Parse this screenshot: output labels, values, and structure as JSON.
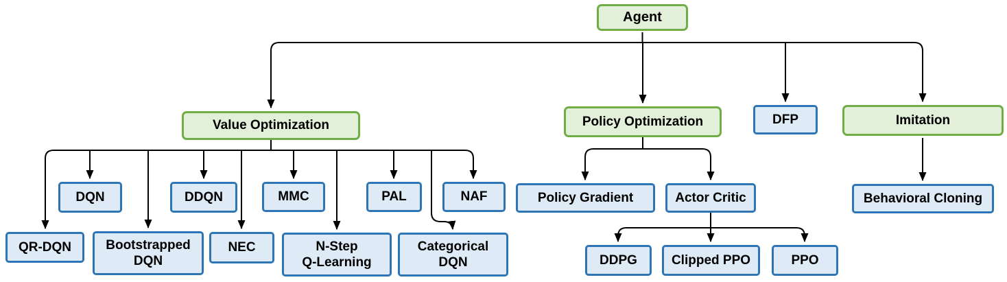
{
  "colors": {
    "green_fill": "#e2efd9",
    "green_border": "#70ad47",
    "blue_fill": "#deebf7",
    "blue_border": "#2e75b6",
    "line": "#000000",
    "text": "#000000"
  },
  "nodes": {
    "agent": "Agent",
    "value_optimization": "Value Optimization",
    "policy_optimization": "Policy Optimization",
    "dfp": "DFP",
    "imitation": "Imitation",
    "dqn": "DQN",
    "ddqn": "DDQN",
    "mmc": "MMC",
    "pal": "PAL",
    "naf": "NAF",
    "qr_dqn": "QR-DQN",
    "bootstrapped_dqn": "Bootstrapped\nDQN",
    "nec": "NEC",
    "n_step_q_learning": "N-Step\nQ-Learning",
    "categorical_dqn": "Categorical\nDQN",
    "policy_gradient": "Policy Gradient",
    "actor_critic": "Actor Critic",
    "ddpg": "DDPG",
    "clipped_ppo": "Clipped PPO",
    "ppo": "PPO",
    "behavioral_cloning": "Behavioral Cloning"
  },
  "edges": [
    {
      "from": "agent",
      "to": "value_optimization"
    },
    {
      "from": "agent",
      "to": "policy_optimization"
    },
    {
      "from": "agent",
      "to": "dfp"
    },
    {
      "from": "agent",
      "to": "imitation"
    },
    {
      "from": "value_optimization",
      "to": "dqn"
    },
    {
      "from": "value_optimization",
      "to": "ddqn"
    },
    {
      "from": "value_optimization",
      "to": "mmc"
    },
    {
      "from": "value_optimization",
      "to": "pal"
    },
    {
      "from": "value_optimization",
      "to": "naf"
    },
    {
      "from": "value_optimization",
      "to": "qr_dqn"
    },
    {
      "from": "value_optimization",
      "to": "bootstrapped_dqn"
    },
    {
      "from": "value_optimization",
      "to": "nec"
    },
    {
      "from": "value_optimization",
      "to": "n_step_q_learning"
    },
    {
      "from": "value_optimization",
      "to": "categorical_dqn"
    },
    {
      "from": "policy_optimization",
      "to": "policy_gradient"
    },
    {
      "from": "policy_optimization",
      "to": "actor_critic"
    },
    {
      "from": "actor_critic",
      "to": "ddpg"
    },
    {
      "from": "actor_critic",
      "to": "clipped_ppo"
    },
    {
      "from": "actor_critic",
      "to": "ppo"
    },
    {
      "from": "imitation",
      "to": "behavioral_cloning"
    }
  ]
}
